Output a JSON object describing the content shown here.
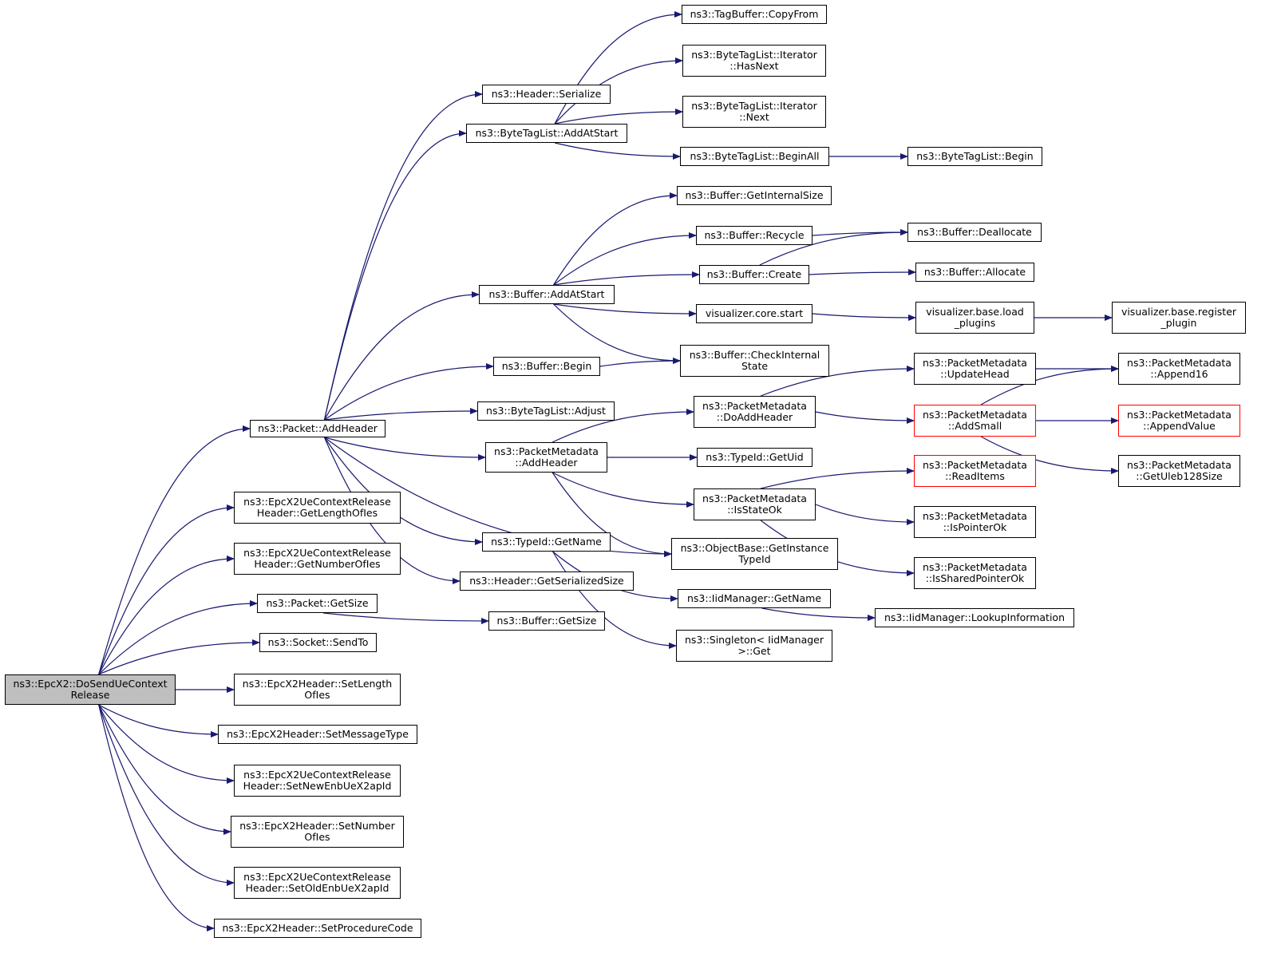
{
  "graph": {
    "edge_color": "#191970",
    "root_fill": "#bfbfbf",
    "truncated_border": "#ff0000",
    "nodes": [
      {
        "id": "root",
        "lines": [
          "ns3::EpcX2::DoSendUeContext",
          "Release"
        ],
        "style": "root"
      },
      {
        "id": "packet_addheader",
        "lines": [
          "ns3::Packet::AddHeader"
        ]
      },
      {
        "id": "getlengthofies",
        "lines": [
          "ns3::EpcX2UeContextRelease",
          "Header::GetLengthOfIes"
        ]
      },
      {
        "id": "getnumberofies",
        "lines": [
          "ns3::EpcX2UeContextRelease",
          "Header::GetNumberOfIes"
        ]
      },
      {
        "id": "packet_getsize",
        "lines": [
          "ns3::Packet::GetSize"
        ]
      },
      {
        "id": "socket_sendto",
        "lines": [
          "ns3::Socket::SendTo"
        ]
      },
      {
        "id": "setlengthofies",
        "lines": [
          "ns3::EpcX2Header::SetLength",
          "OfIes"
        ]
      },
      {
        "id": "setmessagetype",
        "lines": [
          "ns3::EpcX2Header::SetMessageType"
        ]
      },
      {
        "id": "setnewenb",
        "lines": [
          "ns3::EpcX2UeContextRelease",
          "Header::SetNewEnbUeX2apId"
        ]
      },
      {
        "id": "setnumberofies",
        "lines": [
          "ns3::EpcX2Header::SetNumber",
          "OfIes"
        ]
      },
      {
        "id": "setoldenb",
        "lines": [
          "ns3::EpcX2UeContextRelease",
          "Header::SetOldEnbUeX2apId"
        ]
      },
      {
        "id": "setprocedurecode",
        "lines": [
          "ns3::EpcX2Header::SetProcedureCode"
        ]
      },
      {
        "id": "header_serialize",
        "lines": [
          "ns3::Header::Serialize"
        ]
      },
      {
        "id": "btl_addatstart",
        "lines": [
          "ns3::ByteTagList::AddAtStart"
        ]
      },
      {
        "id": "buffer_addatstart",
        "lines": [
          "ns3::Buffer::AddAtStart"
        ]
      },
      {
        "id": "buffer_begin",
        "lines": [
          "ns3::Buffer::Begin"
        ]
      },
      {
        "id": "btl_adjust",
        "lines": [
          "ns3::ByteTagList::Adjust"
        ]
      },
      {
        "id": "pm_addheader",
        "lines": [
          "ns3::PacketMetadata",
          "::AddHeader"
        ]
      },
      {
        "id": "typeid_getname",
        "lines": [
          "ns3::TypeId::GetName"
        ]
      },
      {
        "id": "header_getserializedsize",
        "lines": [
          "ns3::Header::GetSerializedSize"
        ]
      },
      {
        "id": "buffer_getsize",
        "lines": [
          "ns3::Buffer::GetSize"
        ]
      },
      {
        "id": "tagbuffer_copyfrom",
        "lines": [
          "ns3::TagBuffer::CopyFrom"
        ]
      },
      {
        "id": "btl_it_hasnext",
        "lines": [
          "ns3::ByteTagList::Iterator",
          "::HasNext"
        ]
      },
      {
        "id": "btl_it_next",
        "lines": [
          "ns3::ByteTagList::Iterator",
          "::Next"
        ]
      },
      {
        "id": "btl_beginall",
        "lines": [
          "ns3::ByteTagList::BeginAll"
        ]
      },
      {
        "id": "buffer_getinternalsize",
        "lines": [
          "ns3::Buffer::GetInternalSize"
        ]
      },
      {
        "id": "buffer_recycle",
        "lines": [
          "ns3::Buffer::Recycle"
        ]
      },
      {
        "id": "buffer_create",
        "lines": [
          "ns3::Buffer::Create"
        ]
      },
      {
        "id": "vis_core_start",
        "lines": [
          "visualizer.core.start"
        ]
      },
      {
        "id": "buffer_checkinternalstate",
        "lines": [
          "ns3::Buffer::CheckInternal",
          "State"
        ]
      },
      {
        "id": "pm_doaddheader",
        "lines": [
          "ns3::PacketMetadata",
          "::DoAddHeader"
        ]
      },
      {
        "id": "typeid_getuid",
        "lines": [
          "ns3::TypeId::GetUid"
        ]
      },
      {
        "id": "pm_isstateok",
        "lines": [
          "ns3::PacketMetadata",
          "::IsStateOk"
        ]
      },
      {
        "id": "objectbase_getinstancetypeid",
        "lines": [
          "ns3::ObjectBase::GetInstance",
          "TypeId"
        ]
      },
      {
        "id": "iidmanager_getname",
        "lines": [
          "ns3::IidManager::GetName"
        ]
      },
      {
        "id": "singleton_get",
        "lines": [
          "ns3::Singleton< IidManager",
          ">::Get"
        ]
      },
      {
        "id": "btl_begin",
        "lines": [
          "ns3::ByteTagList::Begin"
        ]
      },
      {
        "id": "buffer_deallocate",
        "lines": [
          "ns3::Buffer::Deallocate"
        ]
      },
      {
        "id": "buffer_allocate",
        "lines": [
          "ns3::Buffer::Allocate"
        ]
      },
      {
        "id": "vis_base_load_plugins",
        "lines": [
          "visualizer.base.load",
          "_plugins"
        ]
      },
      {
        "id": "pm_updatehead",
        "lines": [
          "ns3::PacketMetadata",
          "::UpdateHead"
        ]
      },
      {
        "id": "pm_addsmall",
        "lines": [
          "ns3::PacketMetadata",
          "::AddSmall"
        ],
        "style": "truncated"
      },
      {
        "id": "pm_readitems",
        "lines": [
          "ns3::PacketMetadata",
          "::ReadItems"
        ],
        "style": "truncated"
      },
      {
        "id": "pm_ispointerok",
        "lines": [
          "ns3::PacketMetadata",
          "::IsPointerOk"
        ]
      },
      {
        "id": "pm_issharedpointerok",
        "lines": [
          "ns3::PacketMetadata",
          "::IsSharedPointerOk"
        ]
      },
      {
        "id": "iidmanager_lookupinformation",
        "lines": [
          "ns3::IidManager::LookupInformation"
        ]
      },
      {
        "id": "vis_base_register_plugin",
        "lines": [
          "visualizer.base.register",
          "_plugin"
        ]
      },
      {
        "id": "pm_append16",
        "lines": [
          "ns3::PacketMetadata",
          "::Append16"
        ]
      },
      {
        "id": "pm_appendvalue",
        "lines": [
          "ns3::PacketMetadata",
          "::AppendValue"
        ],
        "style": "truncated"
      },
      {
        "id": "pm_getuleb128size",
        "lines": [
          "ns3::PacketMetadata",
          "::GetUleb128Size"
        ]
      }
    ],
    "edges": [
      [
        "root",
        "packet_addheader"
      ],
      [
        "root",
        "getlengthofies"
      ],
      [
        "root",
        "getnumberofies"
      ],
      [
        "root",
        "packet_getsize"
      ],
      [
        "root",
        "socket_sendto"
      ],
      [
        "root",
        "setlengthofies"
      ],
      [
        "root",
        "setmessagetype"
      ],
      [
        "root",
        "setnewenb"
      ],
      [
        "root",
        "setnumberofies"
      ],
      [
        "root",
        "setoldenb"
      ],
      [
        "root",
        "setprocedurecode"
      ],
      [
        "packet_addheader",
        "header_serialize"
      ],
      [
        "packet_addheader",
        "btl_addatstart"
      ],
      [
        "packet_addheader",
        "buffer_addatstart"
      ],
      [
        "packet_addheader",
        "buffer_begin"
      ],
      [
        "packet_addheader",
        "btl_adjust"
      ],
      [
        "packet_addheader",
        "pm_addheader"
      ],
      [
        "packet_addheader",
        "typeid_getname"
      ],
      [
        "packet_addheader",
        "header_getserializedsize"
      ],
      [
        "packet_addheader",
        "objectbase_getinstancetypeid"
      ],
      [
        "packet_getsize",
        "buffer_getsize"
      ],
      [
        "btl_addatstart",
        "tagbuffer_copyfrom"
      ],
      [
        "btl_addatstart",
        "btl_it_hasnext"
      ],
      [
        "btl_addatstart",
        "btl_it_next"
      ],
      [
        "btl_addatstart",
        "btl_beginall"
      ],
      [
        "btl_beginall",
        "btl_begin"
      ],
      [
        "buffer_addatstart",
        "buffer_getinternalsize"
      ],
      [
        "buffer_addatstart",
        "buffer_recycle"
      ],
      [
        "buffer_addatstart",
        "buffer_create"
      ],
      [
        "buffer_addatstart",
        "vis_core_start"
      ],
      [
        "buffer_addatstart",
        "buffer_checkinternalstate"
      ],
      [
        "buffer_recycle",
        "buffer_deallocate"
      ],
      [
        "buffer_create",
        "buffer_deallocate"
      ],
      [
        "buffer_create",
        "buffer_allocate"
      ],
      [
        "vis_core_start",
        "vis_base_load_plugins"
      ],
      [
        "vis_base_load_plugins",
        "vis_base_register_plugin"
      ],
      [
        "buffer_begin",
        "buffer_checkinternalstate"
      ],
      [
        "pm_addheader",
        "pm_doaddheader"
      ],
      [
        "pm_addheader",
        "typeid_getuid"
      ],
      [
        "pm_addheader",
        "pm_isstateok"
      ],
      [
        "pm_addheader",
        "objectbase_getinstancetypeid"
      ],
      [
        "pm_doaddheader",
        "pm_updatehead"
      ],
      [
        "pm_doaddheader",
        "pm_addsmall"
      ],
      [
        "pm_updatehead",
        "pm_append16"
      ],
      [
        "pm_addsmall",
        "pm_append16"
      ],
      [
        "pm_addsmall",
        "pm_appendvalue"
      ],
      [
        "pm_addsmall",
        "pm_getuleb128size"
      ],
      [
        "pm_isstateok",
        "pm_readitems"
      ],
      [
        "pm_isstateok",
        "pm_ispointerok"
      ],
      [
        "pm_isstateok",
        "pm_issharedpointerok"
      ],
      [
        "typeid_getname",
        "iidmanager_getname"
      ],
      [
        "typeid_getname",
        "singleton_get"
      ],
      [
        "iidmanager_getname",
        "iidmanager_lookupinformation"
      ]
    ]
  }
}
